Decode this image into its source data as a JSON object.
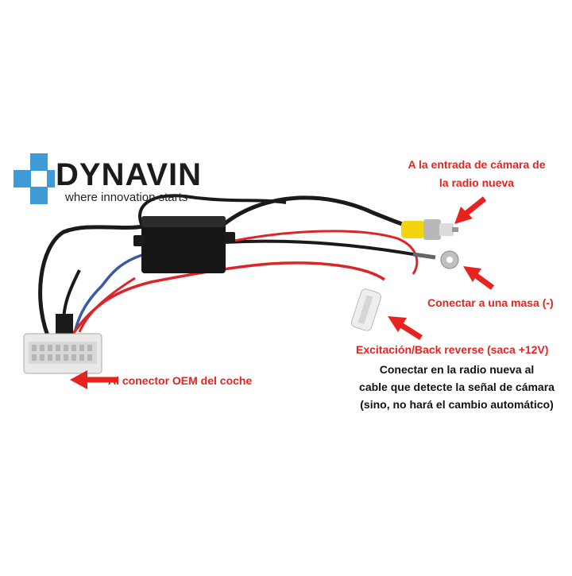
{
  "brand": {
    "name": "DYNAVIN",
    "tagline": "where innovation starts",
    "color_blue": "#3f9bd5",
    "color_text": "#1b1b1b"
  },
  "labels": {
    "camera_input": [
      "A la entrada de cámara de",
      "la radio nueva"
    ],
    "ground": "Conectar a una masa (-)",
    "reverse_title": "Excitación/Back reverse (saca +12V)",
    "reverse_notes": [
      "Conectar en la radio nueva al",
      "cable que detecte la señal de cámara",
      "(sino, no hará el cambio automático)"
    ],
    "oem_connector": "Al conector OEM del coche"
  },
  "colors": {
    "annotation_red": "#e8231f",
    "wire_red": "#d8262a",
    "wire_black": "#1a1a1a",
    "wire_blue": "#3a5aa8",
    "rca_yellow": "#f2d40f"
  }
}
